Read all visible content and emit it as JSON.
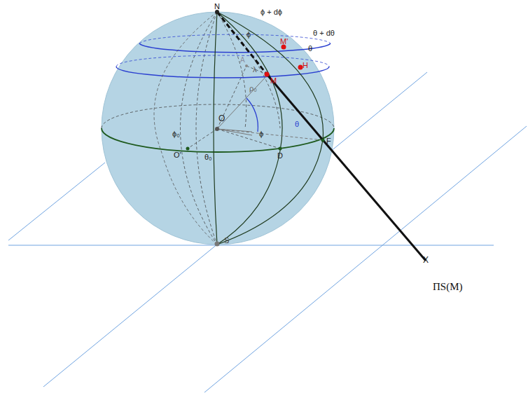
{
  "diagram": {
    "labels": [
      "N",
      "ϕ + dϕ",
      "θ + dθ",
      "ϕ",
      "M'",
      "θ",
      "A",
      "λ",
      "M",
      "H",
      "ρ₀",
      "O",
      "θ",
      "ϕ",
      "ϕ₀",
      "O'",
      "θ₀",
      "D",
      "F",
      "S",
      "X",
      "ΠS(M)"
    ]
  }
}
